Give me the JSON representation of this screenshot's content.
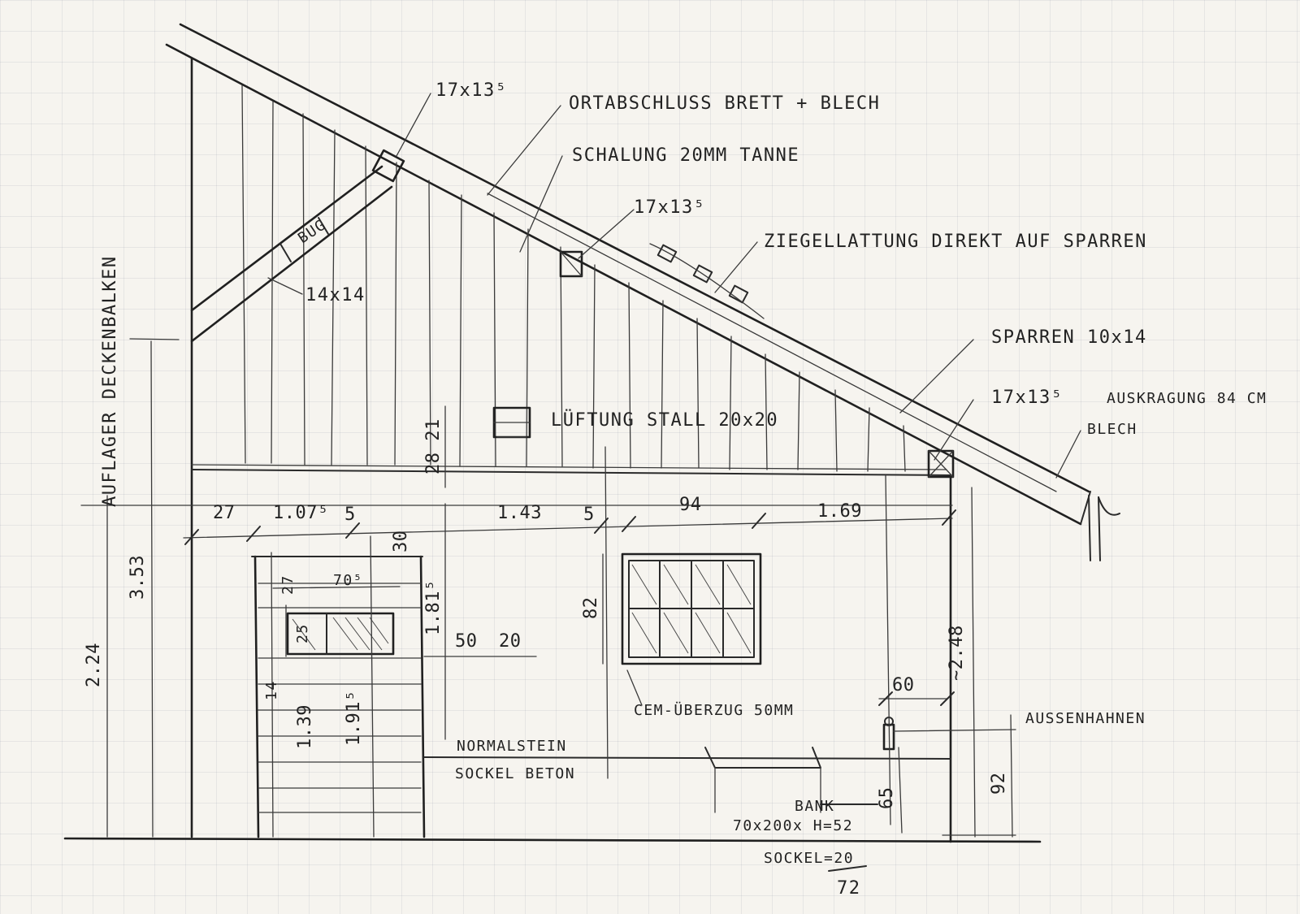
{
  "labels": {
    "ortabschluss": "ORTABSCHLUSS BRETT + BLECH",
    "schalung": "SCHALUNG 20MM TANNE",
    "ziegellattung": "ZIEGELLATTUNG DIREKT AUF SPARREN",
    "sparren": "SPARREN 10x14",
    "auskragung": "AUSKRAGUNG 84 CM",
    "blech": "BLECH",
    "lueftung": "LÜFTUNG STALL 20x20",
    "auflager": "AUFLAGER DECKENBALKEN",
    "cem": "CEM-ÜBERZUG 50MM",
    "normalstein": "NORMALSTEIN",
    "sockel_beton": "SOCKEL BETON",
    "aussenhahnen": "AUSSENHAHNEN",
    "bank1": "BANK",
    "bank2": "70x200x H=52",
    "sockel_eq": "SOCKEL=20",
    "total_72": "72",
    "bug": "BUG",
    "purlin_top": "17x13⁵",
    "purlin_mid": "17x13⁵",
    "purlin_eave": "17x13⁵",
    "strut": "14x14"
  },
  "dims": {
    "d_27": "27",
    "d_107": "1.07⁵",
    "d_5a": "5",
    "d_143": "1.43",
    "d_5b": "5",
    "d_94": "94",
    "d_169": "1.69",
    "d_30": "30",
    "d_2821": "28 21",
    "d_353": "3.53",
    "d_224": "2.24",
    "d_27b": "27",
    "d_705": "70⁵",
    "d_25": "25",
    "d_1815": "1.81⁵",
    "d_50": "50",
    "d_20": "20",
    "d_82": "82",
    "d_14": "14",
    "d_139": "1.39",
    "d_1915": "1.91⁵",
    "d_60": "60",
    "d_248": "~2.48",
    "d_65": "65",
    "d_92": "92"
  }
}
